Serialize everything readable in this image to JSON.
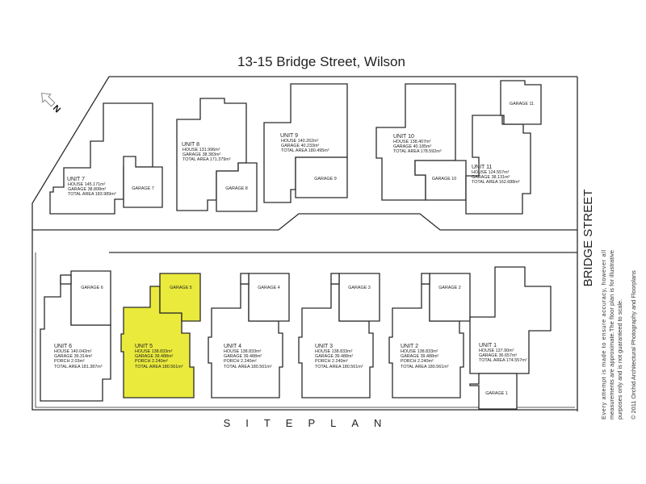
{
  "title": "13-15 Bridge Street, Wilson",
  "street_label": "BRIDGE STREET",
  "footer_label": "SITEPLAN",
  "north_label": "N",
  "highlight_color": "#eaea3c",
  "disclaimer": [
    "Every attempt is made to ensure accuracy, however all",
    "measurements are approximate.The floor plan is for illustrative",
    "purposes only and is not guaranteed to scale."
  ],
  "copyright": "© 2011 Orchid Architectural Photography and Floorplans",
  "units": {
    "u7": {
      "label": "UNIT 7",
      "house": "HOUSE  145.171m²",
      "garage": "GARAGE 38.808m²",
      "total": "TOTAL AREA 183.989m²",
      "garage_label": "GARAGE 7"
    },
    "u8": {
      "label": "UNIT 8",
      "house": "HOUSE  131.996m²",
      "garage": "GARAGE 38.383m²",
      "total": "TOTAL AREA 171.379m²",
      "garage_label": "GARAGE 8"
    },
    "u9": {
      "label": "UNIT 9",
      "house": "HOUSE  140.262m²",
      "garage": "GARAGE 40.233m²",
      "total": "TOTAL AREA 180.495m²",
      "garage_label": "GARAGE 9"
    },
    "u10": {
      "label": "UNIT 10",
      "house": "HOUSE  138.407m²",
      "garage": "GARAGE 40.185m²",
      "total": "TOTAL AREA 178.592m²",
      "garage_label": "GARAGE 10"
    },
    "u11": {
      "label": "UNIT 11",
      "house": "HOUSE  124.557m²",
      "garage": "GARAGE 38.131m²",
      "total": "TOTAL AREA 162.688m²",
      "garage_label": "GARAGE 11"
    },
    "u6": {
      "label": "UNIT 6",
      "house": "HOUSE  140.042m²",
      "garage": "GARAGE 39.314m²",
      "porch": "PORCH   2.03m²",
      "total": "TOTAL AREA 181.387m²",
      "garage_label": "GARAGE 6"
    },
    "u5": {
      "label": "UNIT 5",
      "house": "HOUSE  138.833m²",
      "garage": "GARAGE 39.488m²",
      "porch": "PORCH   2.240m²",
      "total": "TOTAL AREA 180.561m²",
      "garage_label": "GARAGE 5",
      "highlighted": true
    },
    "u4": {
      "label": "UNIT 4",
      "house": "HOUSE  138.833m²",
      "garage": "GARAGE 39.488m²",
      "porch": "PORCH   2.240m²",
      "total": "TOTAL AREA 180.561m²",
      "garage_label": "GARAGE 4"
    },
    "u3": {
      "label": "UNIT 3",
      "house": "HOUSE  138.833m²",
      "garage": "GARAGE 39.488m²",
      "porch": "PORCH   2.240m²",
      "total": "TOTAL AREA 180.561m²",
      "garage_label": "GARAGE 3"
    },
    "u2": {
      "label": "UNIT 2",
      "house": "HOUSE  138.833m²",
      "garage": "GARAGE 39.488m²",
      "porch": "PORCH   2.240m²",
      "total": "TOTAL AREA 180.561m²",
      "garage_label": "GARAGE 2"
    },
    "u1": {
      "label": "UNIT 1",
      "house": "HOUSE  137.90m²",
      "garage": "GARAGE 36.657m²",
      "total": "TOTAL AREA 174.557m²",
      "garage_label": "GARAGE 1"
    }
  }
}
